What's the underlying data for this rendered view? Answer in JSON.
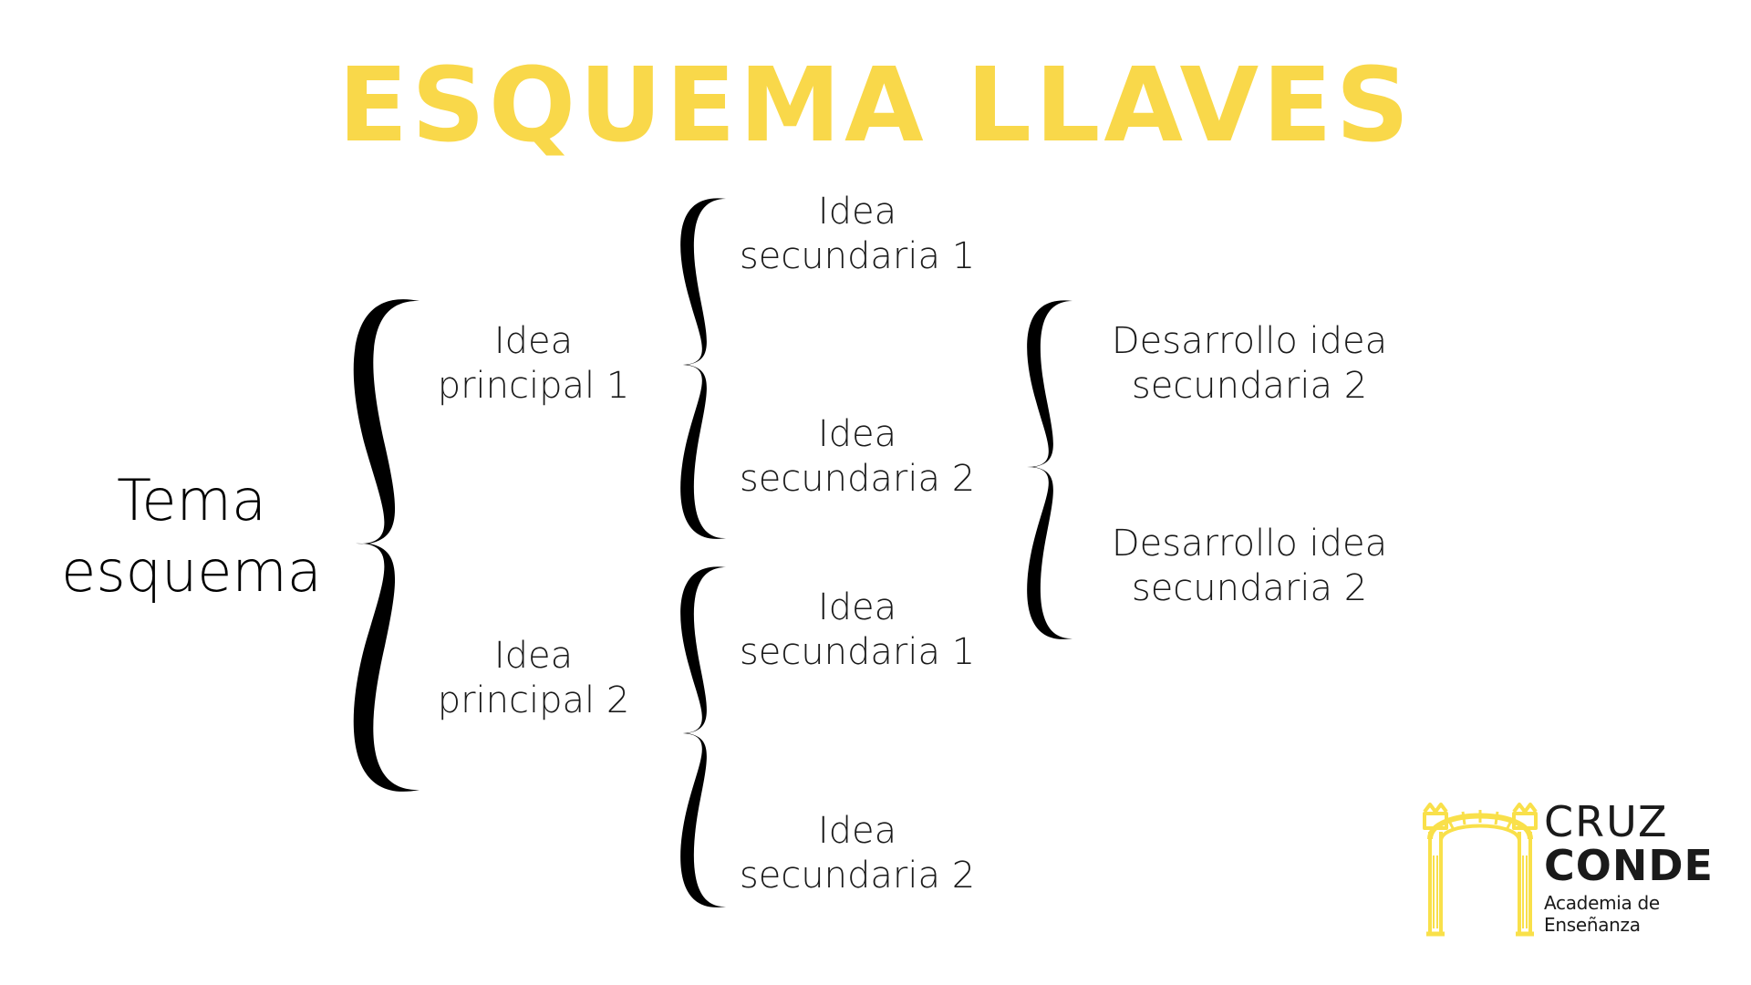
{
  "title": "ESQUEMA LLAVES",
  "root": {
    "line1": "Tema",
    "line2": "esquema"
  },
  "main_ideas": [
    {
      "line1": "Idea",
      "line2": "principal 1"
    },
    {
      "line1": "Idea",
      "line2": "principal 2"
    }
  ],
  "secondary_ideas": [
    {
      "line1": "Idea",
      "line2": "secundaria 1"
    },
    {
      "line1": "Idea",
      "line2": "secundaria 2"
    },
    {
      "line1": "Idea",
      "line2": "secundaria 1"
    },
    {
      "line1": "Idea",
      "line2": "secundaria 2"
    }
  ],
  "developments": [
    {
      "line1": "Desarrollo idea",
      "line2": "secundaria 2"
    },
    {
      "line1": "Desarrollo idea",
      "line2": "secundaria 2"
    }
  ],
  "logo": {
    "line1": "CRUZ",
    "line2": "CONDE",
    "line3": "Academia de Enseñanza"
  },
  "colors": {
    "title": "#f9d84a",
    "text": "#1a1a1a",
    "brace": "#000000",
    "logo_accent": "#f9e04a"
  }
}
